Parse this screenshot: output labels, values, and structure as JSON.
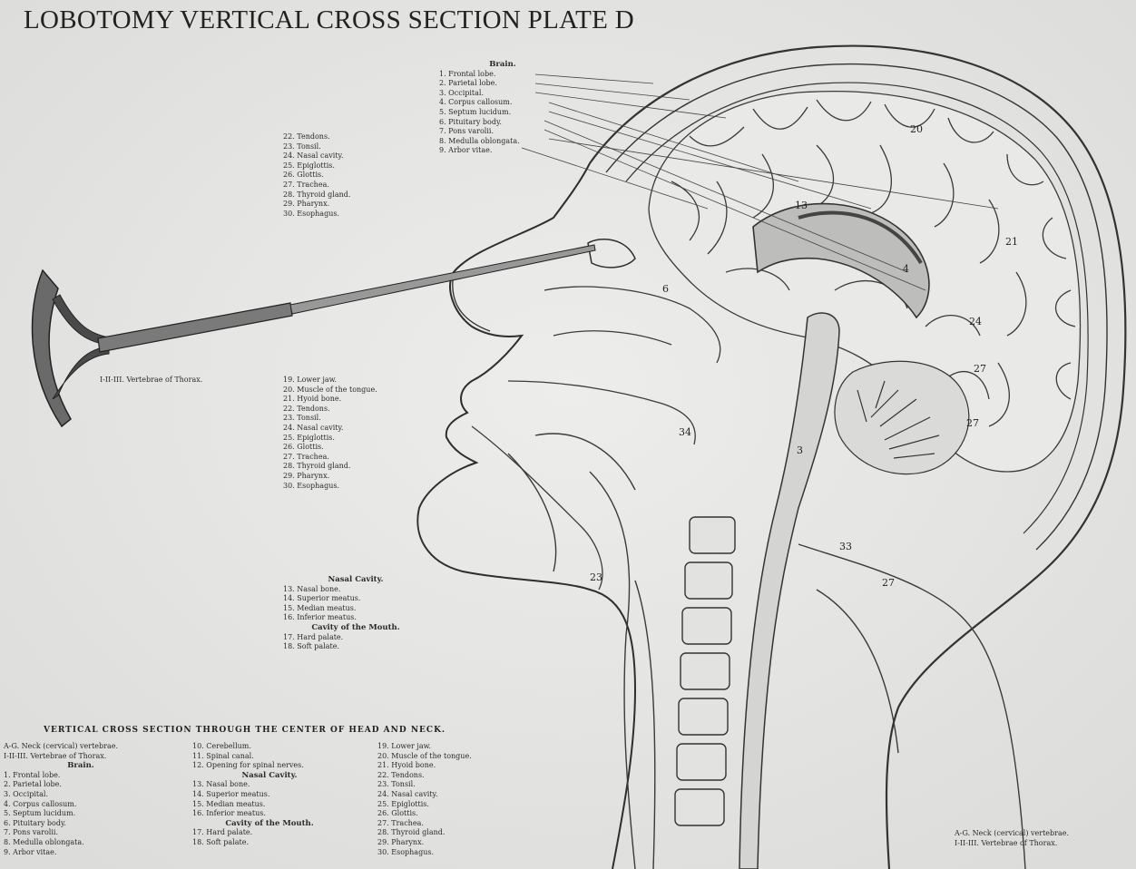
{
  "title": "LOBOTOMY VERTICAL CROSS  SECTION  PLATE D",
  "legend_brain_top": {
    "heading": "Brain.",
    "items": [
      "1. Frontal lobe.",
      "2. Parietal lobe.",
      "3. Occipital.",
      "4. Corpus callosum.",
      "5. Septum lucidum.",
      "6. Pituitary body.",
      "7. Pons varolii.",
      "8. Medulla oblongata.",
      "9. Arbor vitae."
    ]
  },
  "legend_upper_list": {
    "items": [
      "22. Tendons.",
      "23. Tonsil.",
      "24. Nasal cavity.",
      "25. Epiglottis.",
      "26. Glottis.",
      "27. Trachea.",
      "28. Thyroid gland.",
      "29. Pharynx.",
      "30. Esophagus."
    ]
  },
  "legend_thorax": "I-II-III. Vertebrae of Thorax.",
  "legend_mid_list": {
    "items": [
      "19. Lower jaw.",
      "20. Muscle of the tongue.",
      "21. Hyoid bone.",
      "22. Tendons.",
      "23. Tonsil.",
      "24. Nasal cavity.",
      "25. Epiglottis.",
      "26. Glottis.",
      "27. Trachea.",
      "28. Thyroid gland.",
      "29. Pharynx.",
      "30. Esophagus."
    ]
  },
  "legend_nasal_mid": {
    "heading": "Nasal Cavity.",
    "items": [
      "13. Nasal bone.",
      "14. Superior meatus.",
      "15. Median meatus.",
      "16. Inferior meatus."
    ],
    "heading2": "Cavity of the Mouth.",
    "items2": [
      "17. Hard palate.",
      "18. Soft palate."
    ]
  },
  "bottom_heading": "VERTICAL CROSS SECTION THROUGH THE CENTER OF HEAD AND NECK.",
  "bottom_col1": {
    "top": [
      "A-G. Neck (cervical) vertebrae.",
      "I-II-III. Vertebrae of Thorax."
    ],
    "heading": "Brain.",
    "items": [
      "1. Frontal lobe.",
      "2. Parietal lobe.",
      "3. Occipital.",
      "4. Corpus callosum.",
      "5. Septum lucidum.",
      "6. Pituitary body.",
      "7. Pons varolii.",
      "8. Medulla oblongata.",
      "9. Arbor vitae."
    ]
  },
  "bottom_col2": {
    "top": [
      "10. Cerebellum.",
      "11. Spinal canal.",
      "12. Opening for spinal nerves."
    ],
    "heading": "Nasal Cavity.",
    "items": [
      "13. Nasal bone.",
      "14. Superior meatus.",
      "15. Median meatus.",
      "16. Inferior meatus."
    ],
    "heading2": "Cavity of the Mouth.",
    "items2": [
      "17. Hard palate.",
      "18. Soft palate."
    ]
  },
  "bottom_col3": {
    "items": [
      "19. Lower jaw.",
      "20. Muscle of the tongue.",
      "21. Hyoid bone.",
      "22. Tendons.",
      "23. Tonsil.",
      "24. Nasal cavity.",
      "25. Epiglottis.",
      "26. Glottis.",
      "27. Trachea.",
      "28. Thyroid gland.",
      "29. Pharynx.",
      "30. Esophagus."
    ]
  },
  "legend_bottom_right": [
    "A-G. Neck (cervical) vertebrae.",
    "I-II-III. Vertebrae of Thorax."
  ],
  "figure_numbers": [
    "20",
    "13",
    "21",
    "6",
    "4",
    "24",
    "27",
    "34",
    "3",
    "23",
    "33",
    "27",
    "27"
  ]
}
